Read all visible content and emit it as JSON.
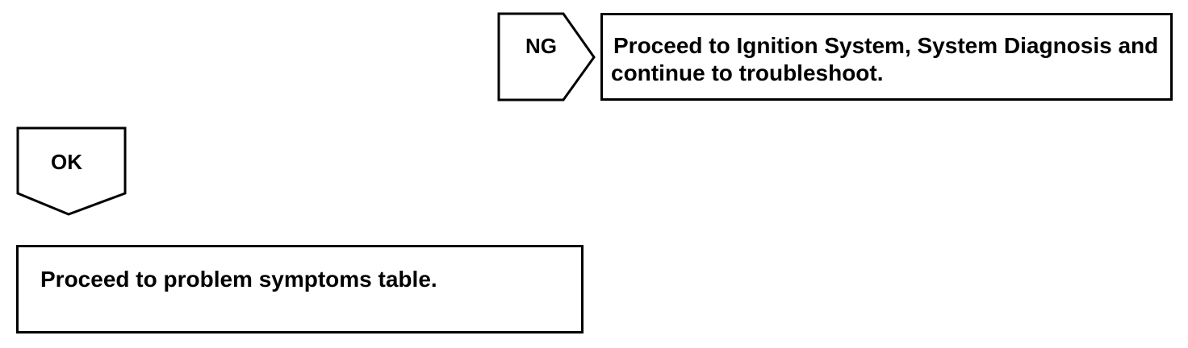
{
  "flow": {
    "ng_label": "NG",
    "ok_label": "OK",
    "ng_action_line1": "Proceed to Ignition System, System Diagnosis and",
    "ng_action_line2": "continue to troubleshoot.",
    "ok_action": "Proceed to problem symptoms table."
  }
}
